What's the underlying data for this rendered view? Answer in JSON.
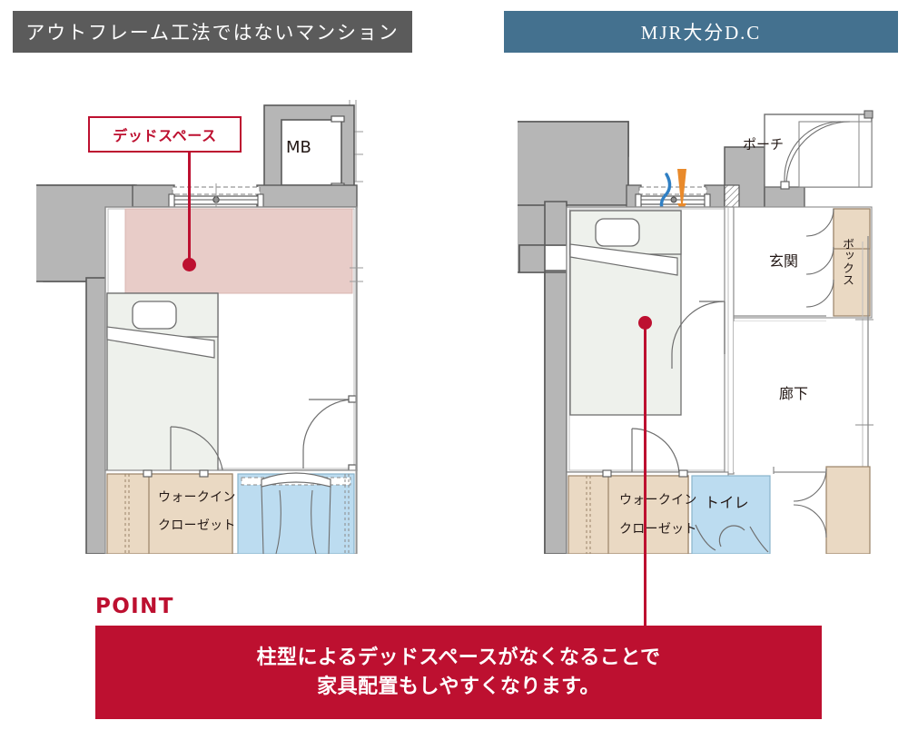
{
  "headers": {
    "left": {
      "title": "アウトフレーム工法ではないマンション",
      "bg": "#5b5b5b",
      "fg": "#ffffff"
    },
    "right": {
      "title": "MJR大分D.C",
      "bg": "#44718f",
      "fg": "#ffffff"
    }
  },
  "callout": {
    "dead_space_label": "デッドスペース",
    "accent": "#bd1030",
    "fill": "#e8ccc8"
  },
  "left_plan": {
    "name": "non-outframe-floorplan",
    "labels": {
      "mb": "MB",
      "walkin_line1": "ウォークイン",
      "walkin_line2": "クローゼット"
    }
  },
  "right_plan": {
    "name": "mjr-oita-dc-floorplan",
    "labels": {
      "porch": "ポーチ",
      "entrance": "玄関",
      "box": "ボックス",
      "corridor": "廊下",
      "walkin_line1": "ウォークイン",
      "walkin_line2": "クローゼット",
      "toilet": "トイレ"
    }
  },
  "point": {
    "label": "POINT",
    "line1": "柱型によるデッドスペースがなくなることで",
    "line2": "家具配置もしやすくなります。",
    "bg": "#bd1030",
    "fg": "#ffffff"
  },
  "palette": {
    "wall_gray": "#b3b3b3",
    "wall_gray_dark": "#c9c9c9",
    "line": "#5a5a5a",
    "thin_line": "#8a8a8a",
    "bed_fill": "#eef1ec",
    "closet_fill": "#ead9c3",
    "water_fill": "#bcdcf0",
    "dead_fill": "#e8ccc8",
    "arrow_blue": "#2f7fc4",
    "arrow_orange": "#e98a2b"
  }
}
